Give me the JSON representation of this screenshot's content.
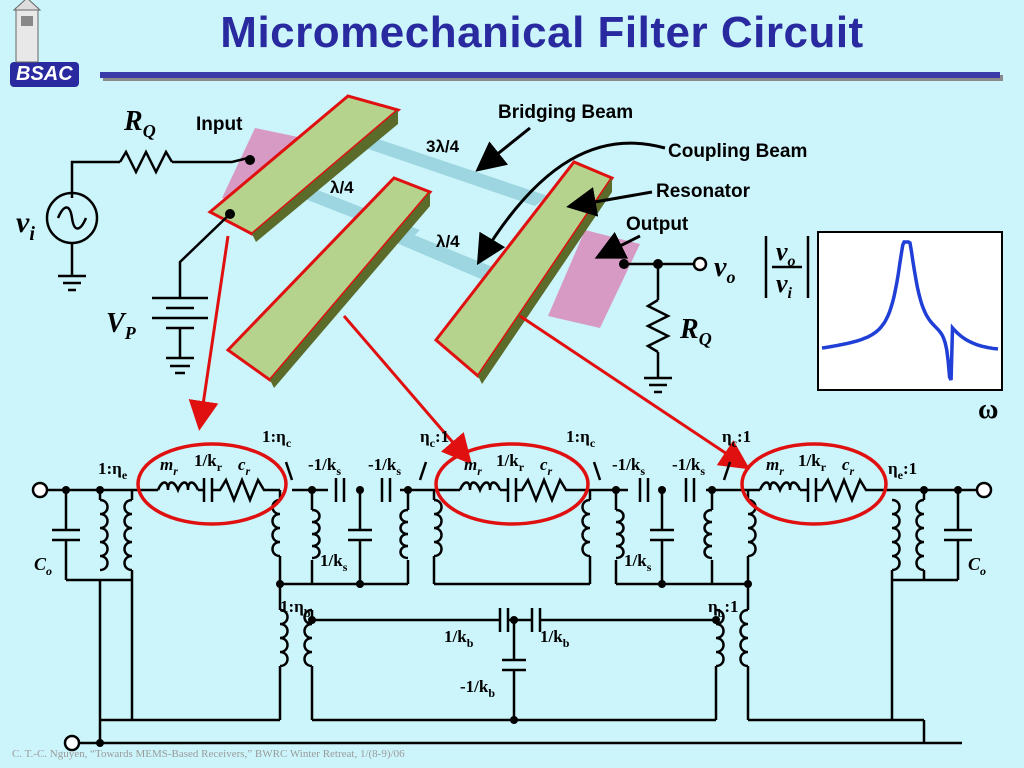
{
  "slide": {
    "title": "Micromechanical Filter Circuit",
    "logo": "BSAC",
    "footer": "C. T.-C. Nguyen, “Towards MEMS-Based Receivers,” BWRC Winter Retreat, 1/(8-9)/06"
  },
  "structure_labels": {
    "input": "Input",
    "output": "Output",
    "bridging_beam": "Bridging Beam",
    "coupling_beam": "Coupling Beam",
    "resonator": "Resonator",
    "bridge_length": "3λ/4",
    "coupling_length_1": "λ/4",
    "coupling_length_2": "λ/4"
  },
  "symbols": {
    "rq": "R",
    "rq_sub": "Q",
    "vi": "v",
    "vi_sub": "i",
    "vp": "V",
    "vp_sub": "P",
    "vo": "v",
    "vo_sub": "o",
    "omega": "ω"
  },
  "equivalent_circuit": {
    "co": "C",
    "co_sub": "o",
    "eta_e_left": "1:η",
    "eta_e_left_sub": "e",
    "eta_e_right": "η",
    "eta_e_right_sub": "e",
    "eta_e_right_tail": ":1",
    "eta_c_1": "1:η",
    "eta_c_sub": "c",
    "eta_c_2": "η",
    "eta_c_2_tail": ":1",
    "eta_b_left": "1:η",
    "eta_b_sub": "b",
    "eta_b_right": "η",
    "eta_b_right_tail": ":1",
    "mr": "m",
    "mr_sub": "r",
    "kr": "1/k",
    "kr_sub": "r",
    "cr": "c",
    "cr_sub": "r",
    "neg_ks": "-1/k",
    "ks_sub": "s",
    "ks": "1/k",
    "kb": "1/k",
    "kb_sub": "b",
    "neg_kb": "-1/k"
  },
  "response_plot": {
    "ylabel_num": "v",
    "ylabel_num_sub": "o",
    "ylabel_den": "v",
    "ylabel_den_sub": "i",
    "xlabel": "ω",
    "curve_color": "#1f3fd6"
  },
  "colors": {
    "title": "#2a2aa0",
    "highlight": "#e01010",
    "beam": "#b5d38c",
    "electrode": "#d79ac4",
    "coupler": "#9dd6e0"
  }
}
